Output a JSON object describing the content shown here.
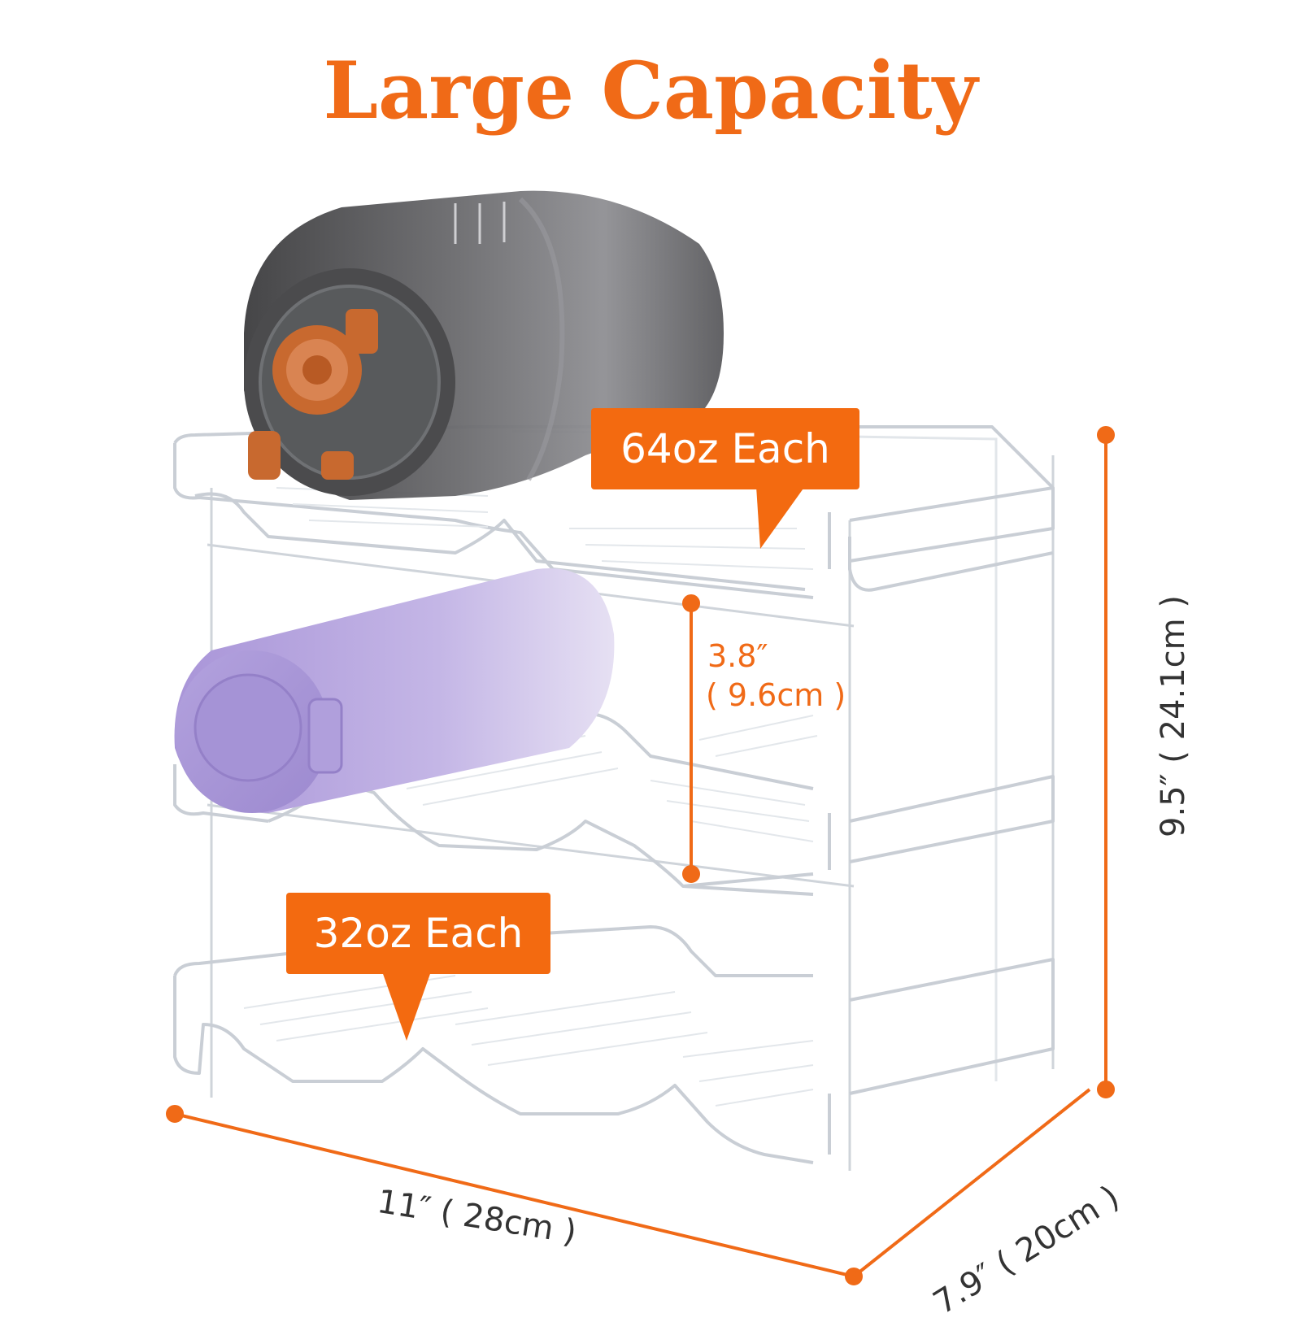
{
  "title": "Large Capacity",
  "callouts": {
    "top": "64oz Each",
    "bottom": "32oz Each"
  },
  "dimensions": {
    "shelf_gap_in": "3.8″",
    "shelf_gap_cm": "( 9.6cm )",
    "height": "9.5″ ( 24.1cm )",
    "width": "11″ ( 28cm )",
    "depth": "7.9″ ( 20cm )"
  },
  "colors": {
    "accent": "#f06a17",
    "dark_bottle": "#4a4a4a",
    "bottle_cap": "#c8692f",
    "purple_bottle": "#b7a6dd",
    "rack": "#d9dde2"
  }
}
